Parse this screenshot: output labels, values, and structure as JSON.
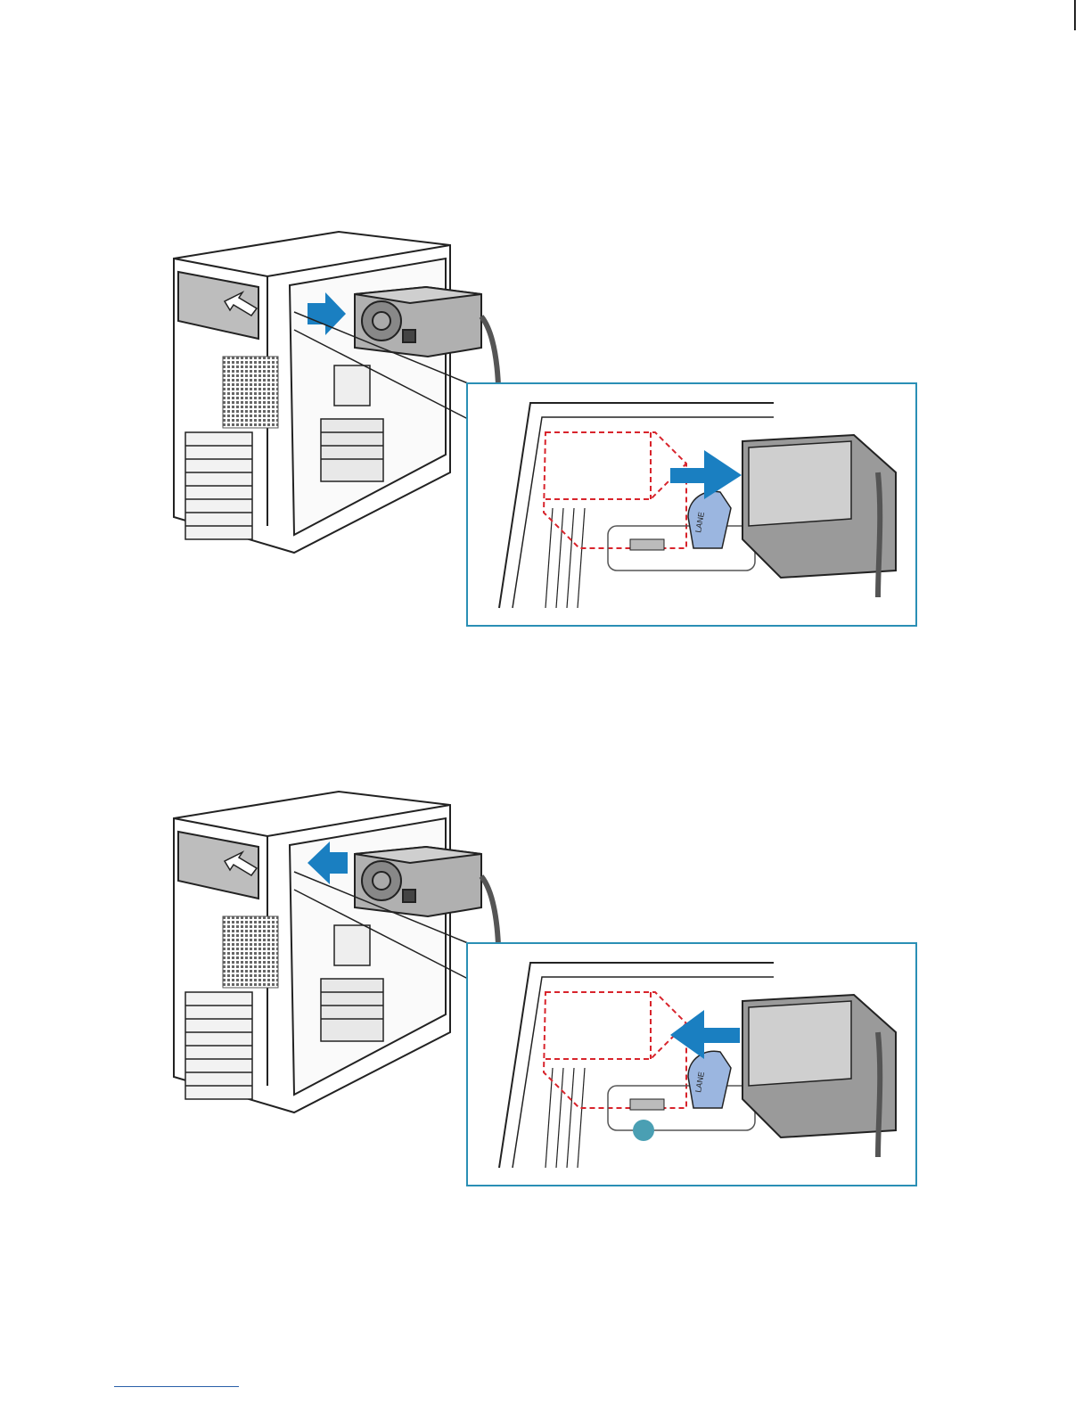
{
  "figures": [
    {
      "id": "remove-power-supply",
      "direction": "out",
      "detail_label": "LANE",
      "callout_marker": false
    },
    {
      "id": "install-power-supply",
      "direction": "in",
      "detail_label": "LANE",
      "callout_marker": true
    }
  ],
  "colors": {
    "accent_blue": "#1a7fc1",
    "callout_frame": "#2a8fb5",
    "dashed_outline": "#d8242c",
    "latch_fill": "#9bb6e0",
    "marker_teal": "#4a9fb3",
    "psu_body": "#9a9a9a",
    "line": "#222222"
  },
  "icons": [
    "arrow-right-icon",
    "arrow-left-icon",
    "arrow-up-left-icon"
  ]
}
